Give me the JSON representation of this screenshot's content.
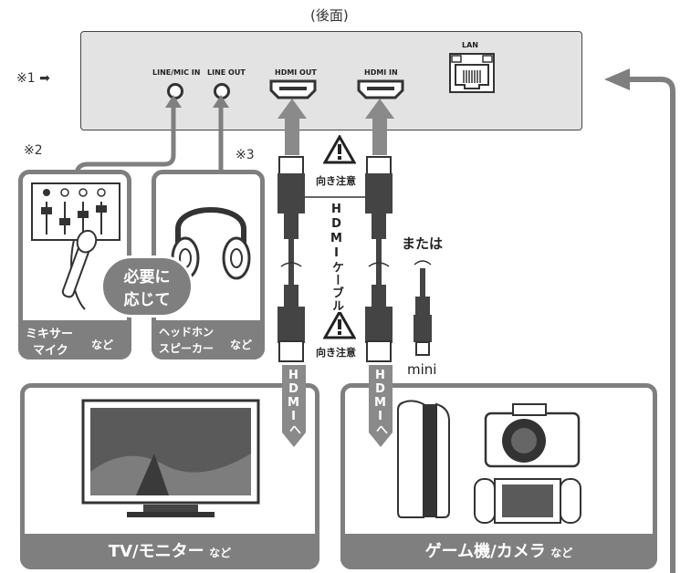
{
  "header": {
    "rear_label": "(後面)"
  },
  "device": {
    "ports": {
      "line_mic_in": "LINE/MIC IN",
      "line_out": "LINE OUT",
      "hdmi_out": "HDMI OUT",
      "hdmi_in": "HDMI IN",
      "lan": "LAN"
    }
  },
  "notes": {
    "n1": "※1",
    "n2": "※2",
    "n3": "※3",
    "arrow": "➡"
  },
  "mixer": {
    "line1": "ミキサー",
    "line2": "マイク",
    "suffix": "など"
  },
  "headphone": {
    "line1": "ヘッドホン",
    "line2": "スピーカー",
    "suffix": "など"
  },
  "badge": {
    "line1": "必要に",
    "line2": "応じて"
  },
  "cable": {
    "caution": "向き注意",
    "name": "HDMIケーブル",
    "or": "または",
    "mini": "mini",
    "plug_label": "HDMI"
  },
  "to_hdmi": "HDMIへ",
  "tv": {
    "label": "TV/モニター",
    "suffix": "など"
  },
  "game": {
    "label": "ゲーム機/カメラ",
    "suffix": "など"
  },
  "colors": {
    "panel_gray": "#7f7f7f",
    "device_gray": "#e3e3e3",
    "dark": "#333333"
  }
}
